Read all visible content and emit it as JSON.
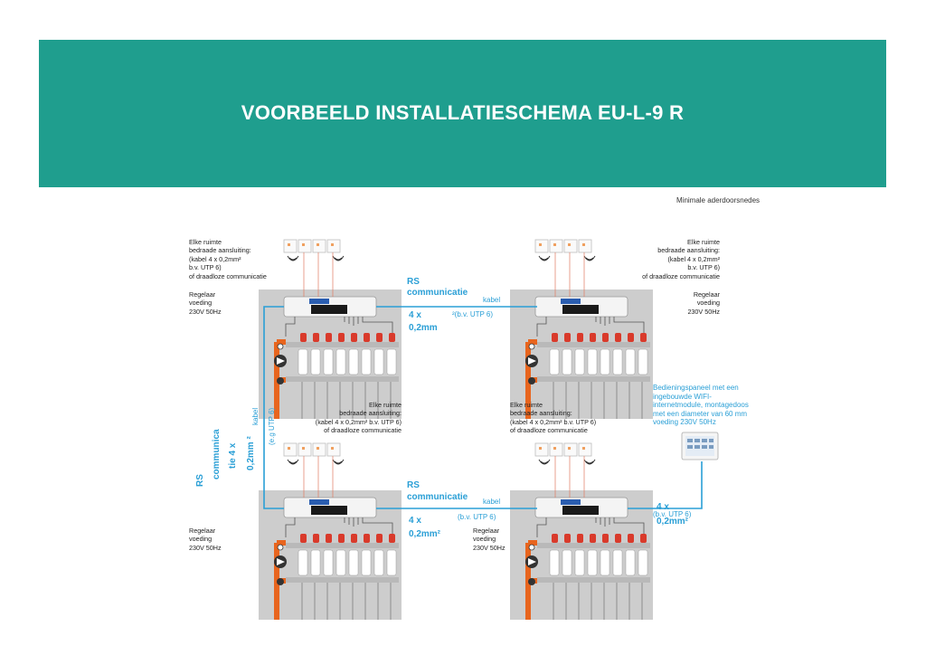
{
  "header": {
    "title": "VOORBEELD INSTALLATIESCHEMA EU-L-9 R"
  },
  "note": {
    "text": "Minimale aderdoorsnedes"
  },
  "room_text": {
    "line1": "Elke ruimte",
    "line2": "bedraade aansluiting:",
    "line3": "(kabel 4 x 0,2mm²",
    "line4": "b.v. UTP 6)",
    "line5": "of draadloze communicatie",
    "inline3": "(kabel 4 x 0,2mm² b.v. UTP 6)"
  },
  "controller_text": {
    "line1": "Regelaar",
    "line2": "voeding",
    "line3": "230V 50Hz"
  },
  "rs": {
    "rs": "RS",
    "communicatie": "communicatie",
    "kabel": "kabel",
    "size_4x": "4 x",
    "size_mm": "0,2mm",
    "size_mm2": "0,2mm²",
    "utp_top": "²(b.v. UTP 6)",
    "utp": "(b.v. UTP 6)",
    "vert_communica": "communica",
    "vert_tie": "tie 4 x",
    "vert_mm": "0,2mm ²",
    "vert_eg": "(e.g UTP 6)"
  },
  "panel_text": {
    "line1": "Bedieningspaneel met een",
    "line2": "ingebouwde WIFI-",
    "line3": "internetmodule, montagedoos",
    "line4": "met een diameter van 60 mm",
    "line5": "voeding 230V 50Hz"
  },
  "colors": {
    "banner": "#1f9e8e",
    "cable": "#2a9fd6",
    "panel": "#cdcdcd",
    "pipe": "#e8651e",
    "valve": "#d93a2b"
  }
}
